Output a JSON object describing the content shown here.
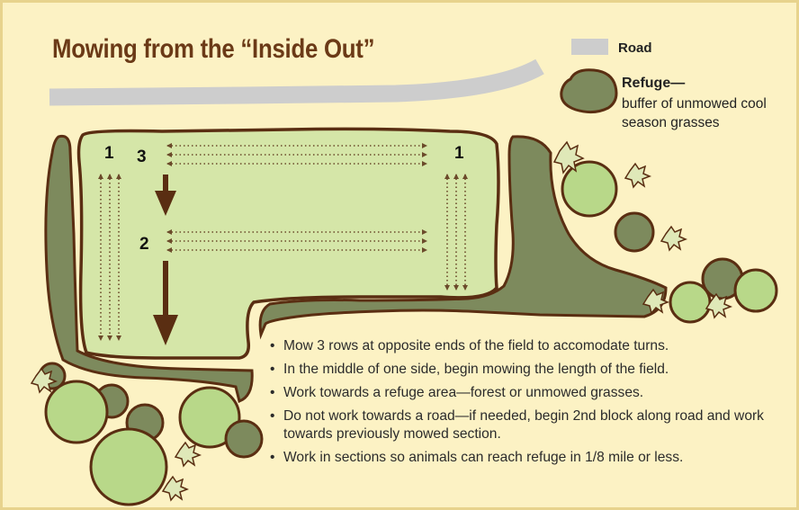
{
  "title": "Mowing from the “Inside Out”",
  "legend": {
    "road": "Road",
    "refuge_title": "Refuge—",
    "refuge_desc": "buffer of unmowed cool season grasses"
  },
  "row_labels": {
    "left_first": "1",
    "third": "3",
    "right_first": "1",
    "second": "2"
  },
  "steps": [
    "Mow 3 rows at opposite ends of the field to accomodate turns.",
    "In the middle of one side, begin mowing the length of the field.",
    "Work towards a refuge area—forest or unmowed grasses.",
    "Do not work towards a road—if needed, begin 2nd block along road and work towards previously mowed section.",
    "Work in sections so animals can reach refuge in 1/8 mile or less."
  ],
  "colors": {
    "background": "#fcf2c4",
    "field": "#d5e6a8",
    "refuge": "#7d8a5d",
    "outline": "#5a2e12",
    "road": "#cdcdcd",
    "shrub": "#b8d889",
    "title": "#6b3a17",
    "arrow": "#5a2e12"
  }
}
